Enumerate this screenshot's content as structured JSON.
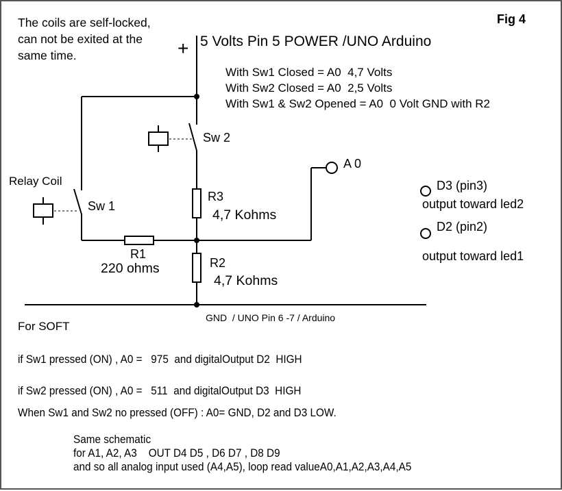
{
  "figure": {
    "label": "Fig 4",
    "note_lines": [
      "The coils are self-locked,",
      "can not be exited at the",
      "same time."
    ],
    "power": {
      "plus_symbol": "+",
      "label": "5 Volts Pin 5 POWER /UNO Arduino"
    },
    "conditions": [
      "With Sw1 Closed = A0  4,7 Volts",
      "With Sw2 Closed = A0  2,5 Volts",
      "With Sw1 & Sw2 Opened = A0  0 Volt GND with R2"
    ],
    "components": {
      "relay_coil_label": "Relay Coil",
      "sw1": "Sw 1",
      "sw2": "Sw 2",
      "r1": {
        "name": "R1",
        "value": "220 ohms"
      },
      "r2": {
        "name": "R2",
        "value": "4,7 Kohms"
      },
      "r3": {
        "name": "R3",
        "value": "4,7 Kohms"
      },
      "a0": "A 0",
      "ground_label": "GND  / UNO Pin 6 -7 / Arduino"
    },
    "outputs": [
      {
        "pin": "D3 (pin3)",
        "desc": "output toward led2"
      },
      {
        "pin": "D2 (pin2)",
        "desc": "output toward led1"
      }
    ],
    "software": {
      "heading": "For SOFT",
      "lines": [
        "if Sw1 pressed (ON) , A0 =   975  and digitalOutput D2  HIGH",
        "if Sw2 pressed (ON) , A0 =   511  and digitalOutput D3  HIGH",
        "When Sw1 and Sw2 no pressed (OFF) : A0= GND, D2 and D3 LOW."
      ],
      "extra_lines": [
        "Same schematic",
        "for A1, A2, A3    OUT D4 D5 , D6 D7 , D8 D9",
        "and so all analog input used (A4,A5), loop read valueA0,A1,A2,A3,A4,A5"
      ]
    },
    "colors": {
      "ink": "#000000",
      "frame": "#555555",
      "background": "#ffffff"
    }
  }
}
